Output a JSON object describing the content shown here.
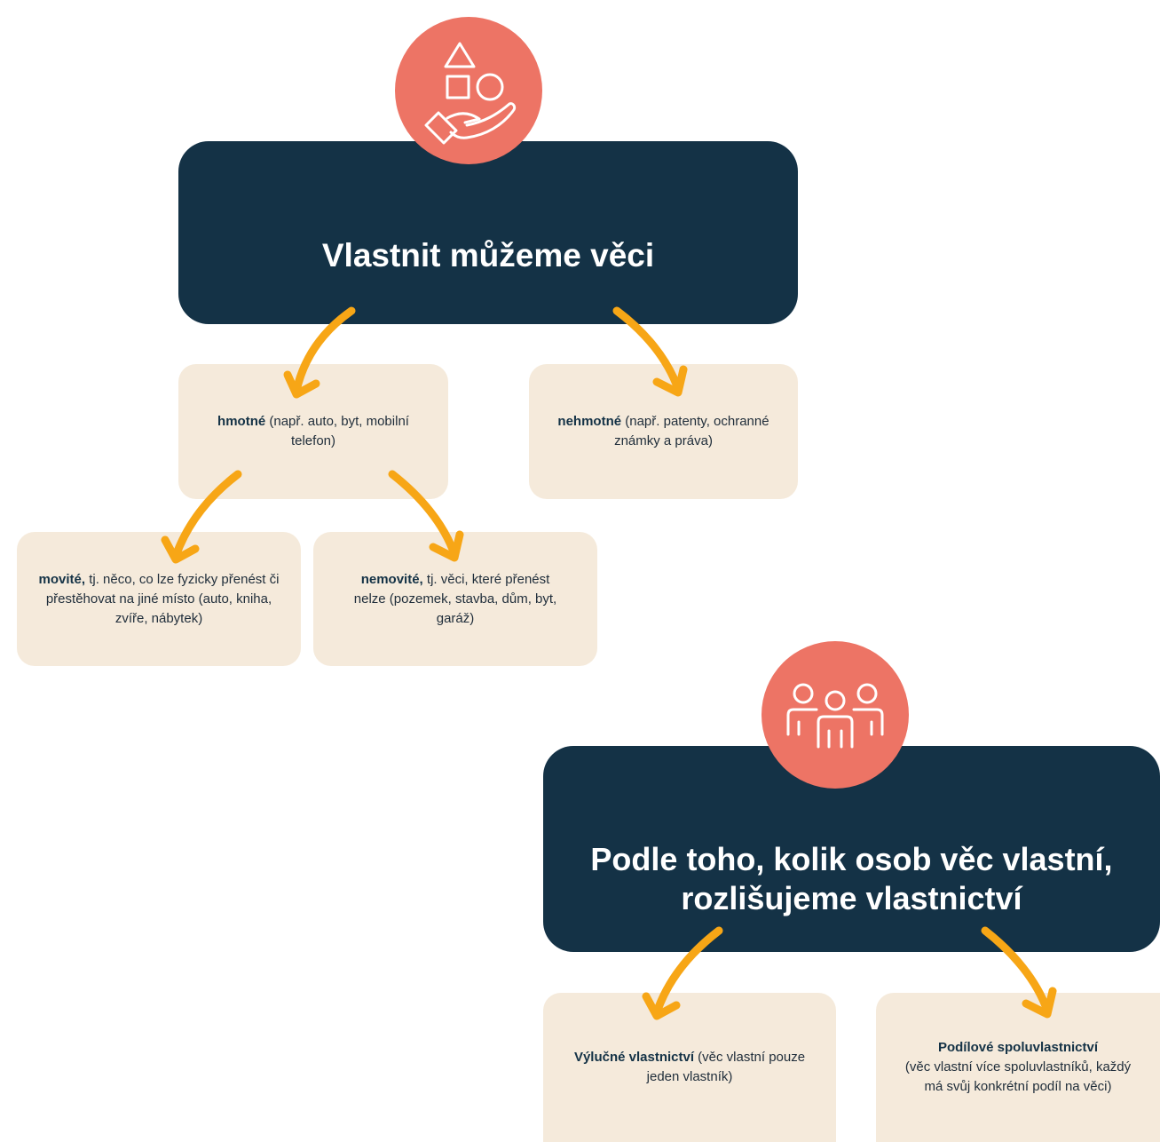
{
  "colors": {
    "dark_navy": "#143246",
    "coral": "#ed7465",
    "cream": "#f5eadb",
    "arrow_orange": "#f7a616",
    "text": "#1f2d3a"
  },
  "section1": {
    "icon": "hand-holding-shapes-icon",
    "title": "Vlastnit můžeme věci",
    "hmotne": {
      "bold": "hmotné",
      "text": " (např. auto, byt, mobilní telefon)"
    },
    "nehmotne": {
      "bold": "nehmotné",
      "text": " (např. patenty, ochranné známky a práva)"
    },
    "movite": {
      "bold": "movité,",
      "text": " tj. něco, co lze fyzicky přenést či přestěhovat na jiné místo (auto, kniha, zvíře, nábytek)"
    },
    "nemovite": {
      "bold": "nemovité,",
      "text": " tj. věci, které přenést nelze (pozemek, stavba, dům, byt, garáž)"
    }
  },
  "section2": {
    "icon": "group-of-people-icon",
    "title_line1": "Podle toho, kolik osob věc vlastní,",
    "title_line2": "rozlišujeme vlastnictví",
    "vylucne": {
      "bold": "Výlučné vlastnictví",
      "text": " (věc vlastní pouze jeden vlastník)"
    },
    "podilove": {
      "bold": "Podílové spoluvlastnictví",
      "text": "(věc vlastní více spoluvlastníků, každý má svůj konkrétní podíl na věci)"
    }
  }
}
